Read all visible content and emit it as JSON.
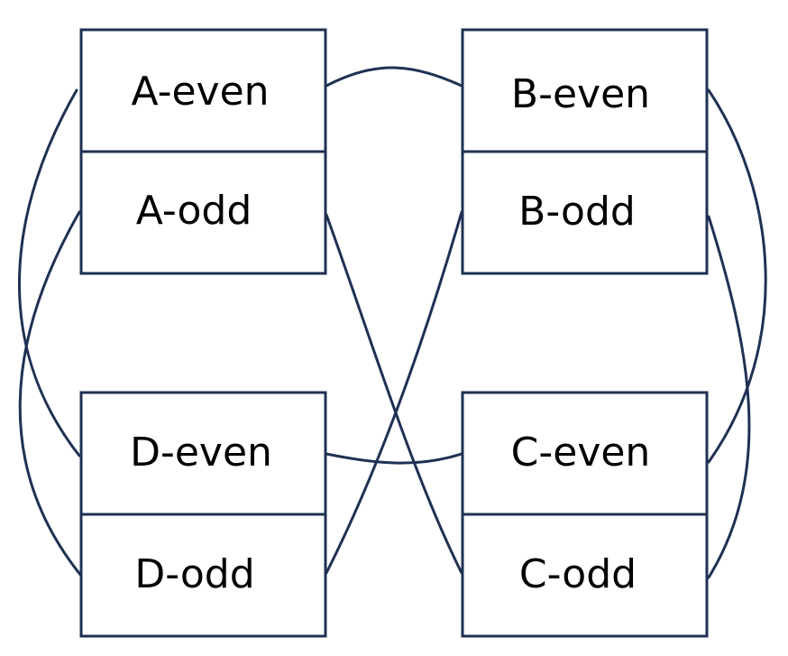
{
  "blocks": {
    "a": {
      "top": "A-even",
      "bottom": "A-odd"
    },
    "b": {
      "top": "B-even",
      "bottom": "B-odd"
    },
    "c": {
      "top": "C-even",
      "bottom": "C-odd"
    },
    "d": {
      "top": "D-even",
      "bottom": "D-odd"
    }
  },
  "connections": [
    {
      "from": "A-even",
      "to": "B-even"
    },
    {
      "from": "A-even",
      "to": "D-even"
    },
    {
      "from": "A-odd",
      "to": "D-odd"
    },
    {
      "from": "A-odd",
      "to": "C-odd"
    },
    {
      "from": "B-even",
      "to": "C-even"
    },
    {
      "from": "B-odd",
      "to": "C-odd"
    },
    {
      "from": "B-odd",
      "to": "D-odd"
    },
    {
      "from": "D-even",
      "to": "C-even"
    }
  ],
  "colors": {
    "line": "#1f3153",
    "text": "#000000",
    "background": "#ffffff"
  }
}
